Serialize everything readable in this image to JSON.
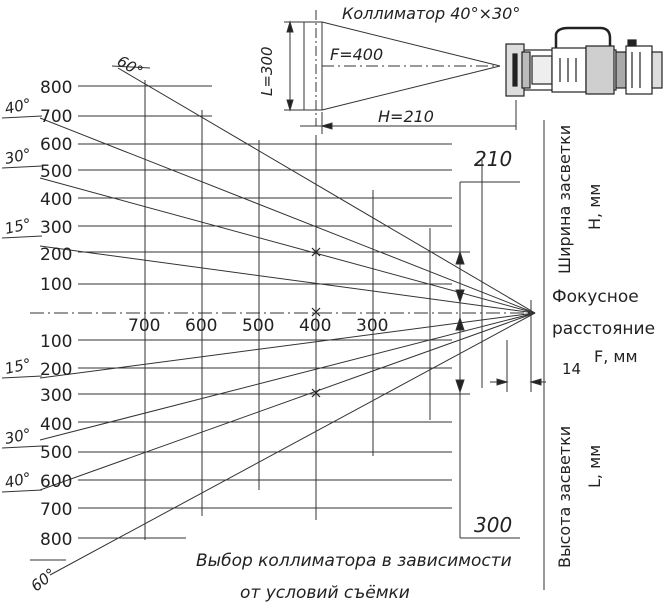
{
  "title": "Коллиматор 40°×30°",
  "dims": {
    "L": "L=300",
    "F": "F=400",
    "H": "H=210"
  },
  "upper_labels": [
    "800",
    "700",
    "600",
    "500",
    "400",
    "300",
    "200",
    "100"
  ],
  "lower_labels": [
    "100",
    "200",
    "300",
    "400",
    "500",
    "600",
    "700",
    "800"
  ],
  "focal_labels": [
    "700",
    "600",
    "500",
    "400",
    "300"
  ],
  "angle_labels": {
    "top_60": "60°",
    "top_40": "40°",
    "top_30": "30°",
    "top_15": "15°",
    "bot_15": "15°",
    "bot_30": "30°",
    "bot_40": "40°",
    "bot_60": "60°"
  },
  "right_values": {
    "upper": "210",
    "lower": "300",
    "small": "14"
  },
  "side_labels": {
    "width": "Ширина засветки",
    "width_unit": "H, мм",
    "height": "Высота засветки",
    "height_unit": "L, мм",
    "focal1": "Фокусное",
    "focal2": "расстояние",
    "focal_unit": "F, мм"
  },
  "caption": {
    "line1": "Выбор коллиматора в зависимости",
    "line2": "от условий съёмки"
  }
}
